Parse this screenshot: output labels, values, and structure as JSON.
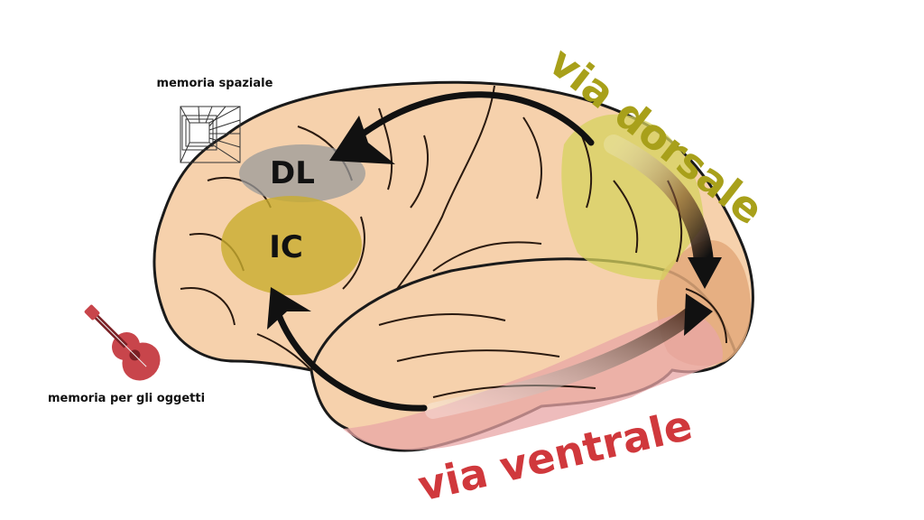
{
  "labels": {
    "spatial_memory": "memoria spaziale",
    "object_memory": "memoria per gli oggetti",
    "dl": "DL",
    "ic": "IC",
    "dorsal_path": "via dorsale",
    "ventral_path": "via ventrale"
  },
  "colors": {
    "brain_fill": "#f6d1ac",
    "brain_outline": "#1a1a1a",
    "dl_region": "#9a9a9a",
    "ic_region": "#c9ad2e",
    "dorsal_region": "#d6d25e",
    "ventral_region": "#e8a5a5",
    "occipital_region": "#e3a97a",
    "dorsal_text": "#a8a01a",
    "ventral_text": "#d0383c",
    "arrow": "#111111",
    "guitar": "#c8454b"
  },
  "icons": {
    "spatial": "perspective-grid-icon",
    "object": "guitar-icon"
  }
}
